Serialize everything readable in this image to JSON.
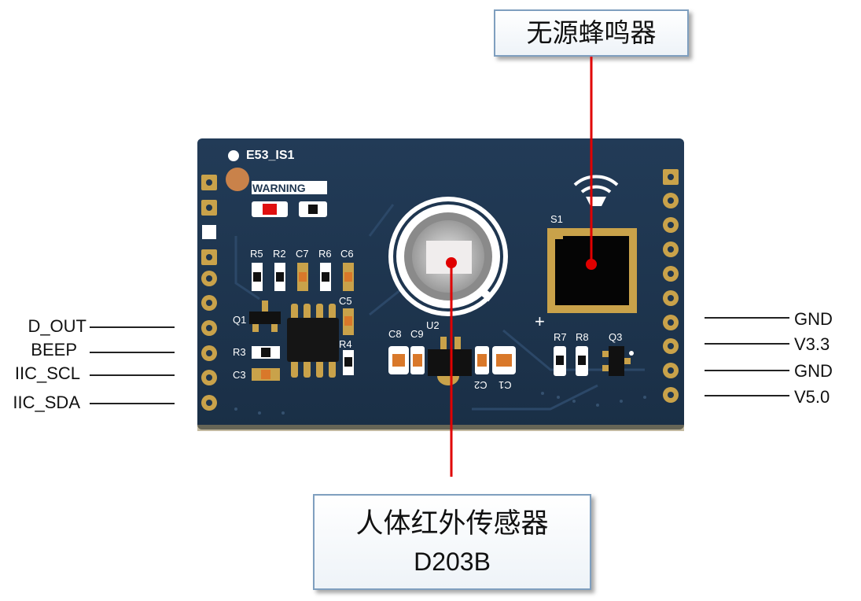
{
  "callouts": {
    "buzzer": "无源蜂鸣器",
    "sensor_line1": "人体红外传感器",
    "sensor_line2": "D203B"
  },
  "left_pins": [
    "D_OUT",
    "BEEP",
    "IIC_SCL",
    "IIC_SDA"
  ],
  "right_pins": [
    "GND",
    "V3.3",
    "GND",
    "V5.0"
  ],
  "board": {
    "name": "E53_IS1",
    "warning": "WARNING",
    "components": {
      "r5": "R5",
      "r2": "R2",
      "c7": "C7",
      "r6": "R6",
      "c6": "C6",
      "c5": "C5",
      "r4": "R4",
      "q1": "Q1",
      "r3": "R3",
      "c3": "C3",
      "c8": "C8",
      "c9": "C9",
      "u2": "U2",
      "c2": "C2",
      "c1": "C1",
      "s1": "S1",
      "r7": "R7",
      "r8": "R8",
      "q3": "Q3",
      "plus": "+"
    }
  },
  "colors": {
    "pcb": "#1f3650",
    "pointer": "#e00000",
    "callout_border": "#7f9fbf",
    "gold": "#c9a24a"
  }
}
